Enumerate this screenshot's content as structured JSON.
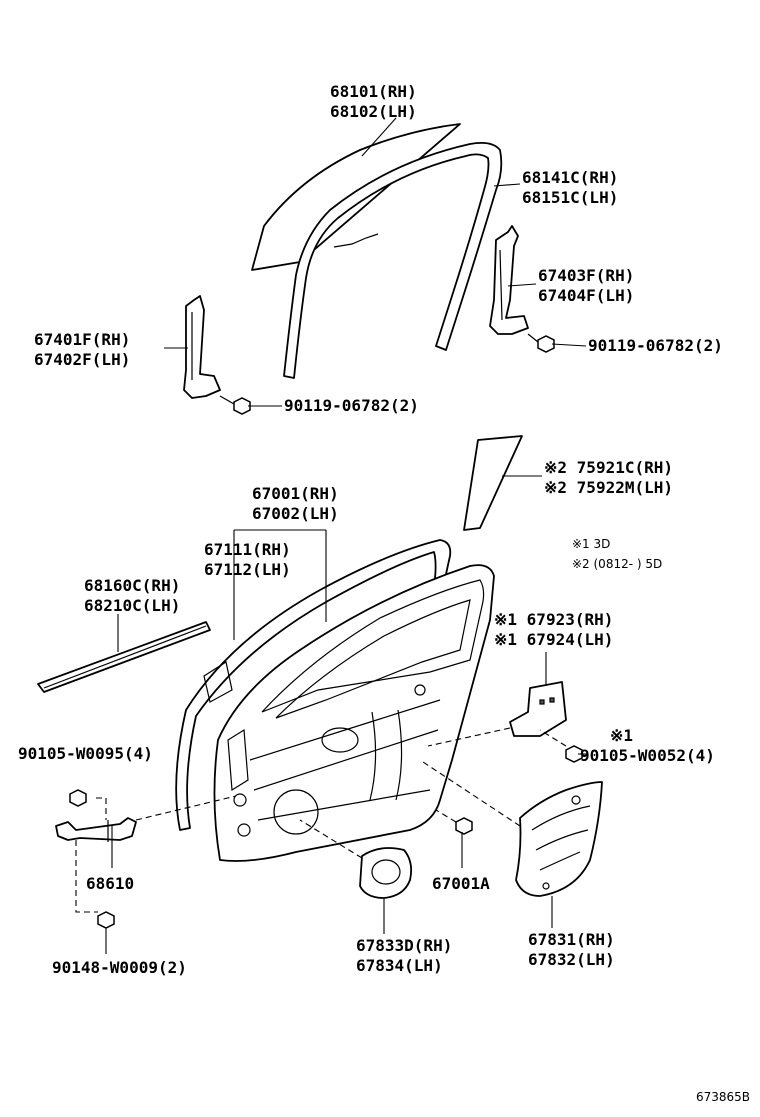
{
  "callouts": [
    {
      "id": "glass",
      "lines": [
        "68101(RH)",
        "68102(LH)"
      ]
    },
    {
      "id": "run-channel",
      "lines": [
        "68141C(RH)",
        "68151C(LH)"
      ]
    },
    {
      "id": "rear-sash",
      "lines": [
        "67403F(RH)",
        "67404F(LH)"
      ]
    },
    {
      "id": "bolt-rear-sash",
      "lines": [
        "90119-06782(2)"
      ]
    },
    {
      "id": "front-sash",
      "lines": [
        "67401F(RH)",
        "67402F(LH)"
      ]
    },
    {
      "id": "bolt-front-sash",
      "lines": [
        "90119-06782(2)"
      ]
    },
    {
      "id": "tape-stripe",
      "lines": [
        "※2 75921C(RH)",
        "※2 75922M(LH)"
      ]
    },
    {
      "id": "door-panel",
      "lines": [
        "67001(RH)",
        "67002(LH)"
      ]
    },
    {
      "id": "weatherstrip",
      "lines": [
        "67111(RH)",
        "67112(LH)"
      ]
    },
    {
      "id": "belt-moulding",
      "lines": [
        "68160C(RH)",
        "68210C(LH)"
      ]
    },
    {
      "id": "cover",
      "lines": [
        "※1 67923(RH)",
        "※1 67924(LH)"
      ]
    },
    {
      "id": "clip-cover",
      "lines": [
        "※1",
        "90105-W0052(4)"
      ]
    },
    {
      "id": "bolt-checker-top",
      "lines": [
        "90105-W0095(4)"
      ]
    },
    {
      "id": "door-checker",
      "lines": [
        "68610"
      ]
    },
    {
      "id": "hole-cover-small",
      "lines": [
        "67001A"
      ]
    },
    {
      "id": "bolt-checker-bottom",
      "lines": [
        "90148-W0009(2)"
      ]
    },
    {
      "id": "service-hole-cover",
      "lines": [
        "67833D(RH)",
        "67834(LH)"
      ]
    },
    {
      "id": "service-hole-cover-rear",
      "lines": [
        "67831(RH)",
        "67832(LH)"
      ]
    }
  ],
  "notes": [
    "※1 3D",
    "※2 (0812-       ) 5D"
  ],
  "figure_ref": "673865B",
  "icons": [
    "glass-panel",
    "run-channel",
    "sash-bracket",
    "bolt",
    "tape-stripe",
    "door-shell",
    "weatherstrip",
    "belt-moulding",
    "cover",
    "door-checker",
    "clip",
    "hole-cover"
  ]
}
